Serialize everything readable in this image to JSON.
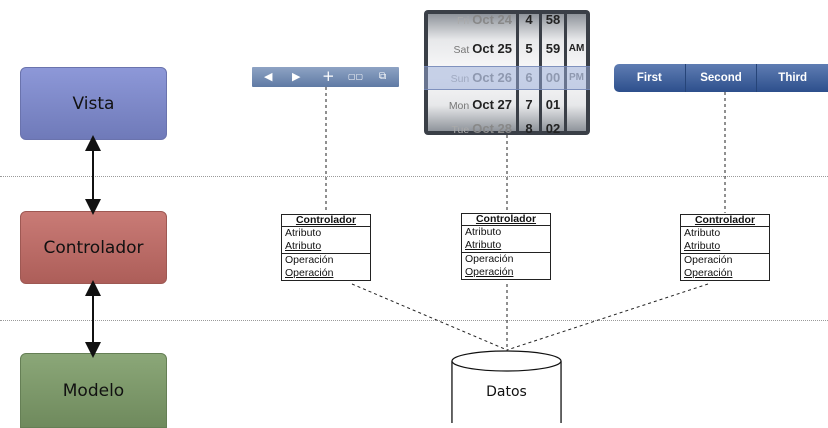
{
  "layers": {
    "vista": "Vista",
    "controlador": "Controlador",
    "modelo": "Modelo"
  },
  "colors": {
    "vista": "#7e89cc",
    "controlador": "#be6e69",
    "modelo": "#7f9b6c"
  },
  "toolbar": {
    "icons": [
      "rewind-icon",
      "play-icon",
      "add-icon",
      "book-icon",
      "copy-icon"
    ],
    "glyphs": [
      "◀",
      "▶",
      "+",
      "▢▢",
      "⧉"
    ]
  },
  "date_picker": {
    "rows": [
      {
        "day": "Fri",
        "date": "Oct 24",
        "hour": "4",
        "minute": "58",
        "ampm": ""
      },
      {
        "day": "Sat",
        "date": "Oct 25",
        "hour": "5",
        "minute": "59",
        "ampm": "AM"
      },
      {
        "day": "Sun",
        "date": "Oct 26",
        "hour": "6",
        "minute": "00",
        "ampm": "PM"
      },
      {
        "day": "Mon",
        "date": "Oct 27",
        "hour": "7",
        "minute": "01",
        "ampm": ""
      },
      {
        "day": "Tue",
        "date": "Oct 28",
        "hour": "8",
        "minute": "02",
        "ampm": ""
      }
    ]
  },
  "segmented_control": {
    "segments": [
      "First",
      "Second",
      "Third"
    ]
  },
  "controller_classes": [
    {
      "title": "Controlador",
      "attributes": [
        "Atributo",
        "Atributo"
      ],
      "operations": [
        "Operación",
        "Operación"
      ]
    },
    {
      "title": "Controlador",
      "attributes": [
        "Atributo",
        "Atributo"
      ],
      "operations": [
        "Operación",
        "Operación"
      ]
    },
    {
      "title": "Controlador",
      "attributes": [
        "Atributo",
        "Atributo"
      ],
      "operations": [
        "Operación",
        "Operación"
      ]
    }
  ],
  "database": {
    "label": "Datos"
  }
}
